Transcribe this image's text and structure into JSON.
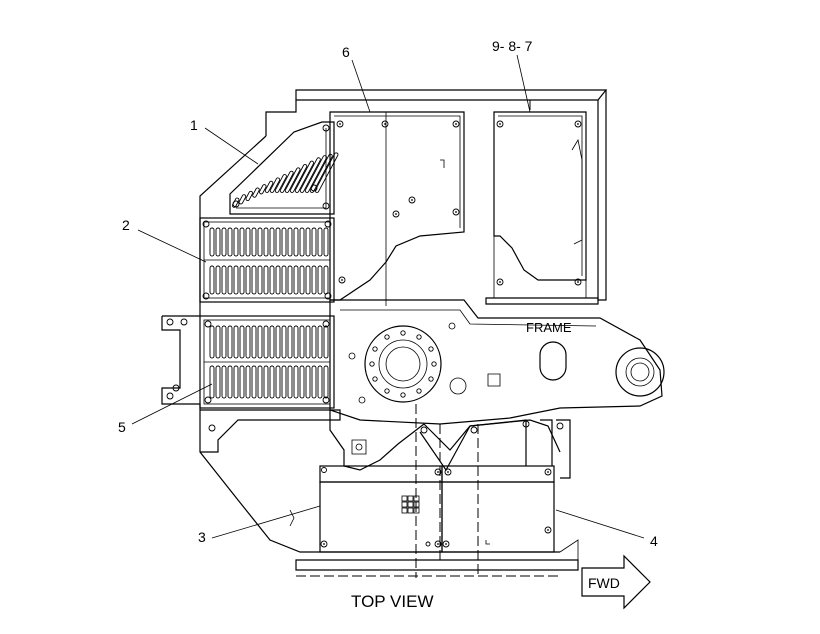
{
  "labels": {
    "callout_1": "1",
    "callout_2": "2",
    "callout_3": "3",
    "callout_4": "4",
    "callout_5": "5",
    "callout_6": "6",
    "callout_987": "9- 8- 7",
    "frame": "FRAME",
    "fwd": "FWD",
    "view_title": "TOP VIEW"
  }
}
